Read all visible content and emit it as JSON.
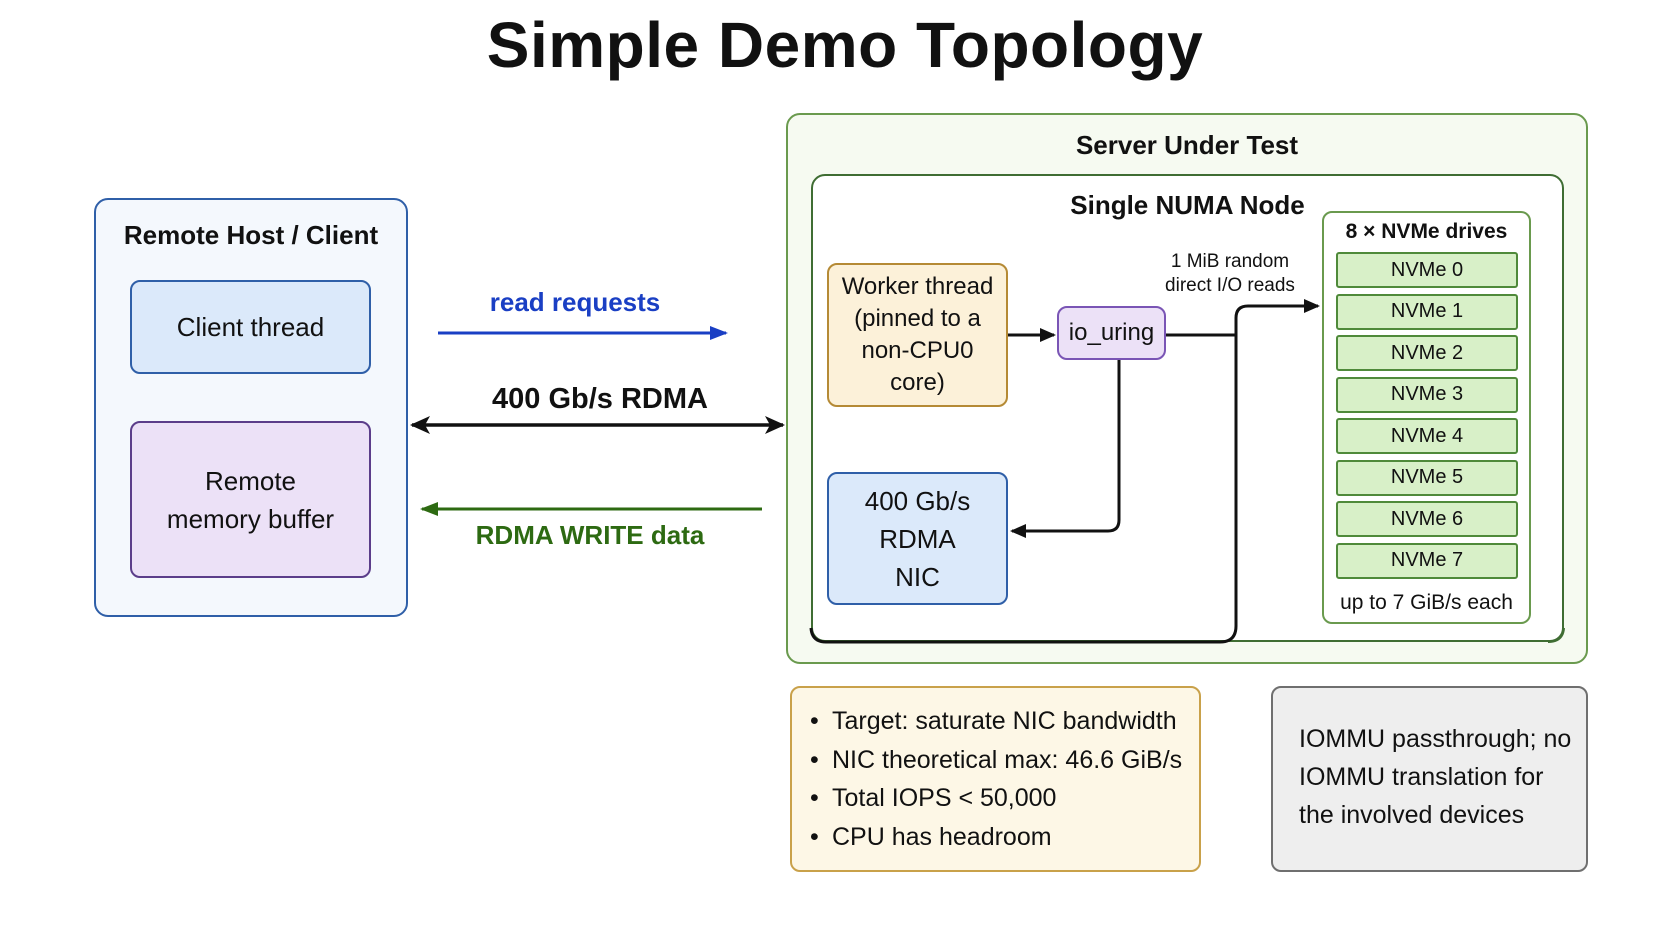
{
  "title": "Simple Demo Topology",
  "remote_host": {
    "title": "Remote Host / Client",
    "client_thread": "Client thread",
    "memory_buffer": "Remote memory buffer"
  },
  "links": {
    "read_requests": "read requests",
    "rdma_link": "400 Gb/s RDMA",
    "rdma_write": "RDMA WRITE data"
  },
  "server": {
    "title": "Server Under Test",
    "numa_title": "Single NUMA Node",
    "worker_thread": "Worker thread (pinned to a non-CPU0 core)",
    "io_uring": "io_uring",
    "nic": "400 Gb/s RDMA NIC",
    "reads_label": "1 MiB random direct I/O reads",
    "drives": {
      "title": "8 × NVMe drives",
      "items": [
        "NVMe 0",
        "NVMe 1",
        "NVMe 2",
        "NVMe 3",
        "NVMe 4",
        "NVMe 5",
        "NVMe 6",
        "NVMe 7"
      ],
      "footer": "up to 7 GiB/s each"
    }
  },
  "notes": [
    "Target: saturate NIC bandwidth",
    "NIC theoretical max: 46.6 GiB/s",
    "Total IOPS < 50,000",
    "CPU has headroom"
  ],
  "iommu_note": "IOMMU passthrough; no IOMMU translation for the involved devices",
  "colors": {
    "read_arrow": "#1a3fc4",
    "write_arrow": "#2d6a12",
    "remote_border": "#2f5fa8",
    "server_border": "#6a9a4e"
  }
}
